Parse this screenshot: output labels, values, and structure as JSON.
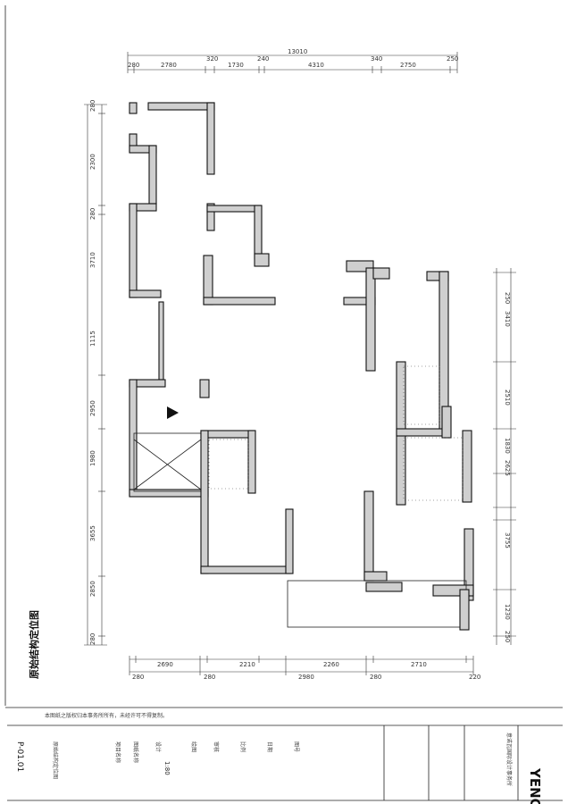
{
  "drawing": {
    "title": "原始结构定位图",
    "top_total": "13010",
    "top_dims": [
      "280",
      "2780",
      "320",
      "1730",
      "240",
      "4310",
      "340",
      "2750",
      "250"
    ],
    "bottom_dims": [
      "280",
      "2690",
      "280",
      "2210",
      "2980",
      "2260",
      "280",
      "2710",
      "220"
    ],
    "left_dims": [
      "280",
      "2300",
      "280",
      "3710",
      "1115",
      "2950",
      "1980",
      "3655",
      "2850",
      "280"
    ],
    "right_dims": [
      "250",
      "3410",
      "2510",
      "1830",
      "2625",
      "3755",
      "1230",
      "250"
    ]
  },
  "title_block": {
    "company_en": "YENOVA",
    "company_cn": "意诺瓦国际设计事务所",
    "notice": "本图纸之版权归本事务所所有，未经许可不得复制。",
    "fields": [
      "项目名称",
      "图纸名称",
      "设计",
      "绘图",
      "审核",
      "比例",
      "1:80",
      "日期",
      "图号"
    ],
    "drawing_name": "原始结构定位图",
    "drawing_number": "P-01.01"
  },
  "colors": {
    "wall": "#cfcfcf",
    "line": "#111111"
  }
}
